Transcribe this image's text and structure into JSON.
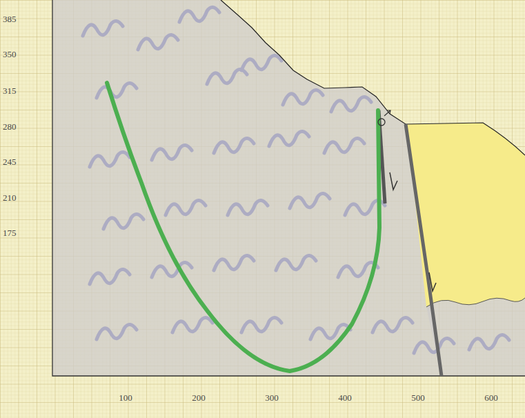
{
  "diagram": {
    "labels": [
      "385",
      "350",
      "315",
      "280",
      "245",
      "210",
      "175",
      "100",
      "200",
      "300",
      "400",
      "500",
      "600"
    ]
  }
}
